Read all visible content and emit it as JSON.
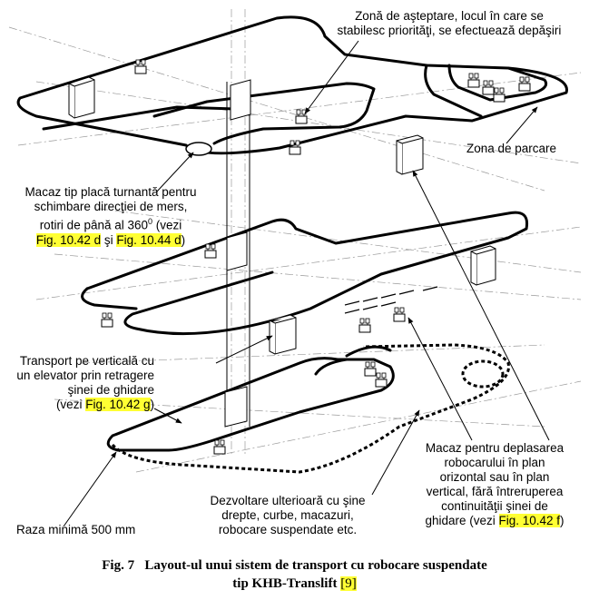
{
  "labels": {
    "waiting_zone": [
      "Zonă de aşteptare, locul în care se",
      "stabilesc priorităţi, se efectuează depăşiri"
    ],
    "parking_zone": "Zona de parcare",
    "turntable": {
      "line1": "Macaz tip placă turnantă pentru",
      "line2": "schimbare direcţiei de mers,",
      "line3_pre": "rotiri de până al 360",
      "line3_sup": "0",
      "line3_post": " (vezi",
      "ref1": "Fig. 10.42 d",
      "and": " şi ",
      "ref2": "Fig. 10.44 d",
      "close": ")"
    },
    "vertical": {
      "line1": "Transport pe verticală cu",
      "line2": "un elevator prin retragere",
      "line3": "şinei de ghidare",
      "line4_pre": "(vezi ",
      "ref": "Fig. 10.42 g",
      "line4_post": ")"
    },
    "switch_plan": {
      "line1": "Macaz pentru deplasarea",
      "line2": "robocarului în plan",
      "line3": "orizontal sau în plan",
      "line4": "vertical, fără întreruperea",
      "line5": "continuităţii şinei de",
      "line6_pre": "ghidare (vezi ",
      "ref": "Fig. 10.42 f",
      "line6_post": ")"
    },
    "future": [
      "Dezvoltare ulterioară cu şine",
      "drepte, curbe, macazuri,",
      "robocare suspendate etc."
    ],
    "min_radius": "Raza minimă 500 mm"
  },
  "caption": {
    "fig": "Fig. 7",
    "title": "Layout-ul unui sistem de transport cu robocare suspendate",
    "line2_pre": "tip KHB-Translift ",
    "ref": "[9]"
  },
  "icons": [
    "robocar-icon",
    "elevator-icon",
    "turntable-icon",
    "rail-switch-icon"
  ]
}
